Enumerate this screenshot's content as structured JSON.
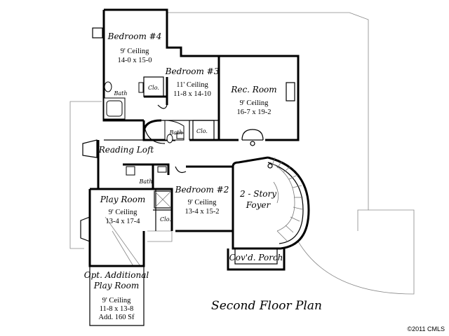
{
  "title": "Second Floor Plan",
  "copyright": "©2011 CMLS",
  "rooms": {
    "bedroom4": {
      "name": "Bedroom #4",
      "ceiling": "9' Ceiling",
      "size": "14-0 x 15-0"
    },
    "bedroom3": {
      "name": "Bedroom #3",
      "ceiling": "11' Ceiling",
      "size": "11-8 x 14-10"
    },
    "rec_room": {
      "name": "Rec. Room",
      "ceiling": "9' Ceiling",
      "size": "16-7 x 19-2"
    },
    "bedroom2": {
      "name": "Bedroom #2",
      "ceiling": "9' Ceiling",
      "size": "13-4 x 15-2"
    },
    "play_room": {
      "name": "Play Room",
      "ceiling": "9' Ceiling",
      "size": "13-4 x 17-4"
    },
    "opt_play_room": {
      "name_line1": "Opt. Additional",
      "name_line2": "Play Room",
      "ceiling": "9' Ceiling",
      "size": "11-8 x 13-8",
      "extra": "Add. 160 Sf"
    },
    "foyer": {
      "name_line1": "2 - Story",
      "name_line2": "Foyer"
    },
    "porch": {
      "name": "Cov'd. Porch"
    },
    "reading_loft": {
      "name": "Reading Loft"
    }
  },
  "labels": {
    "bath_a": "Bath",
    "bath_b": "Bath",
    "bath_c": "Bath",
    "clo_a": "Clo.",
    "clo_b": "Clo.",
    "clo_c": "Clo."
  }
}
